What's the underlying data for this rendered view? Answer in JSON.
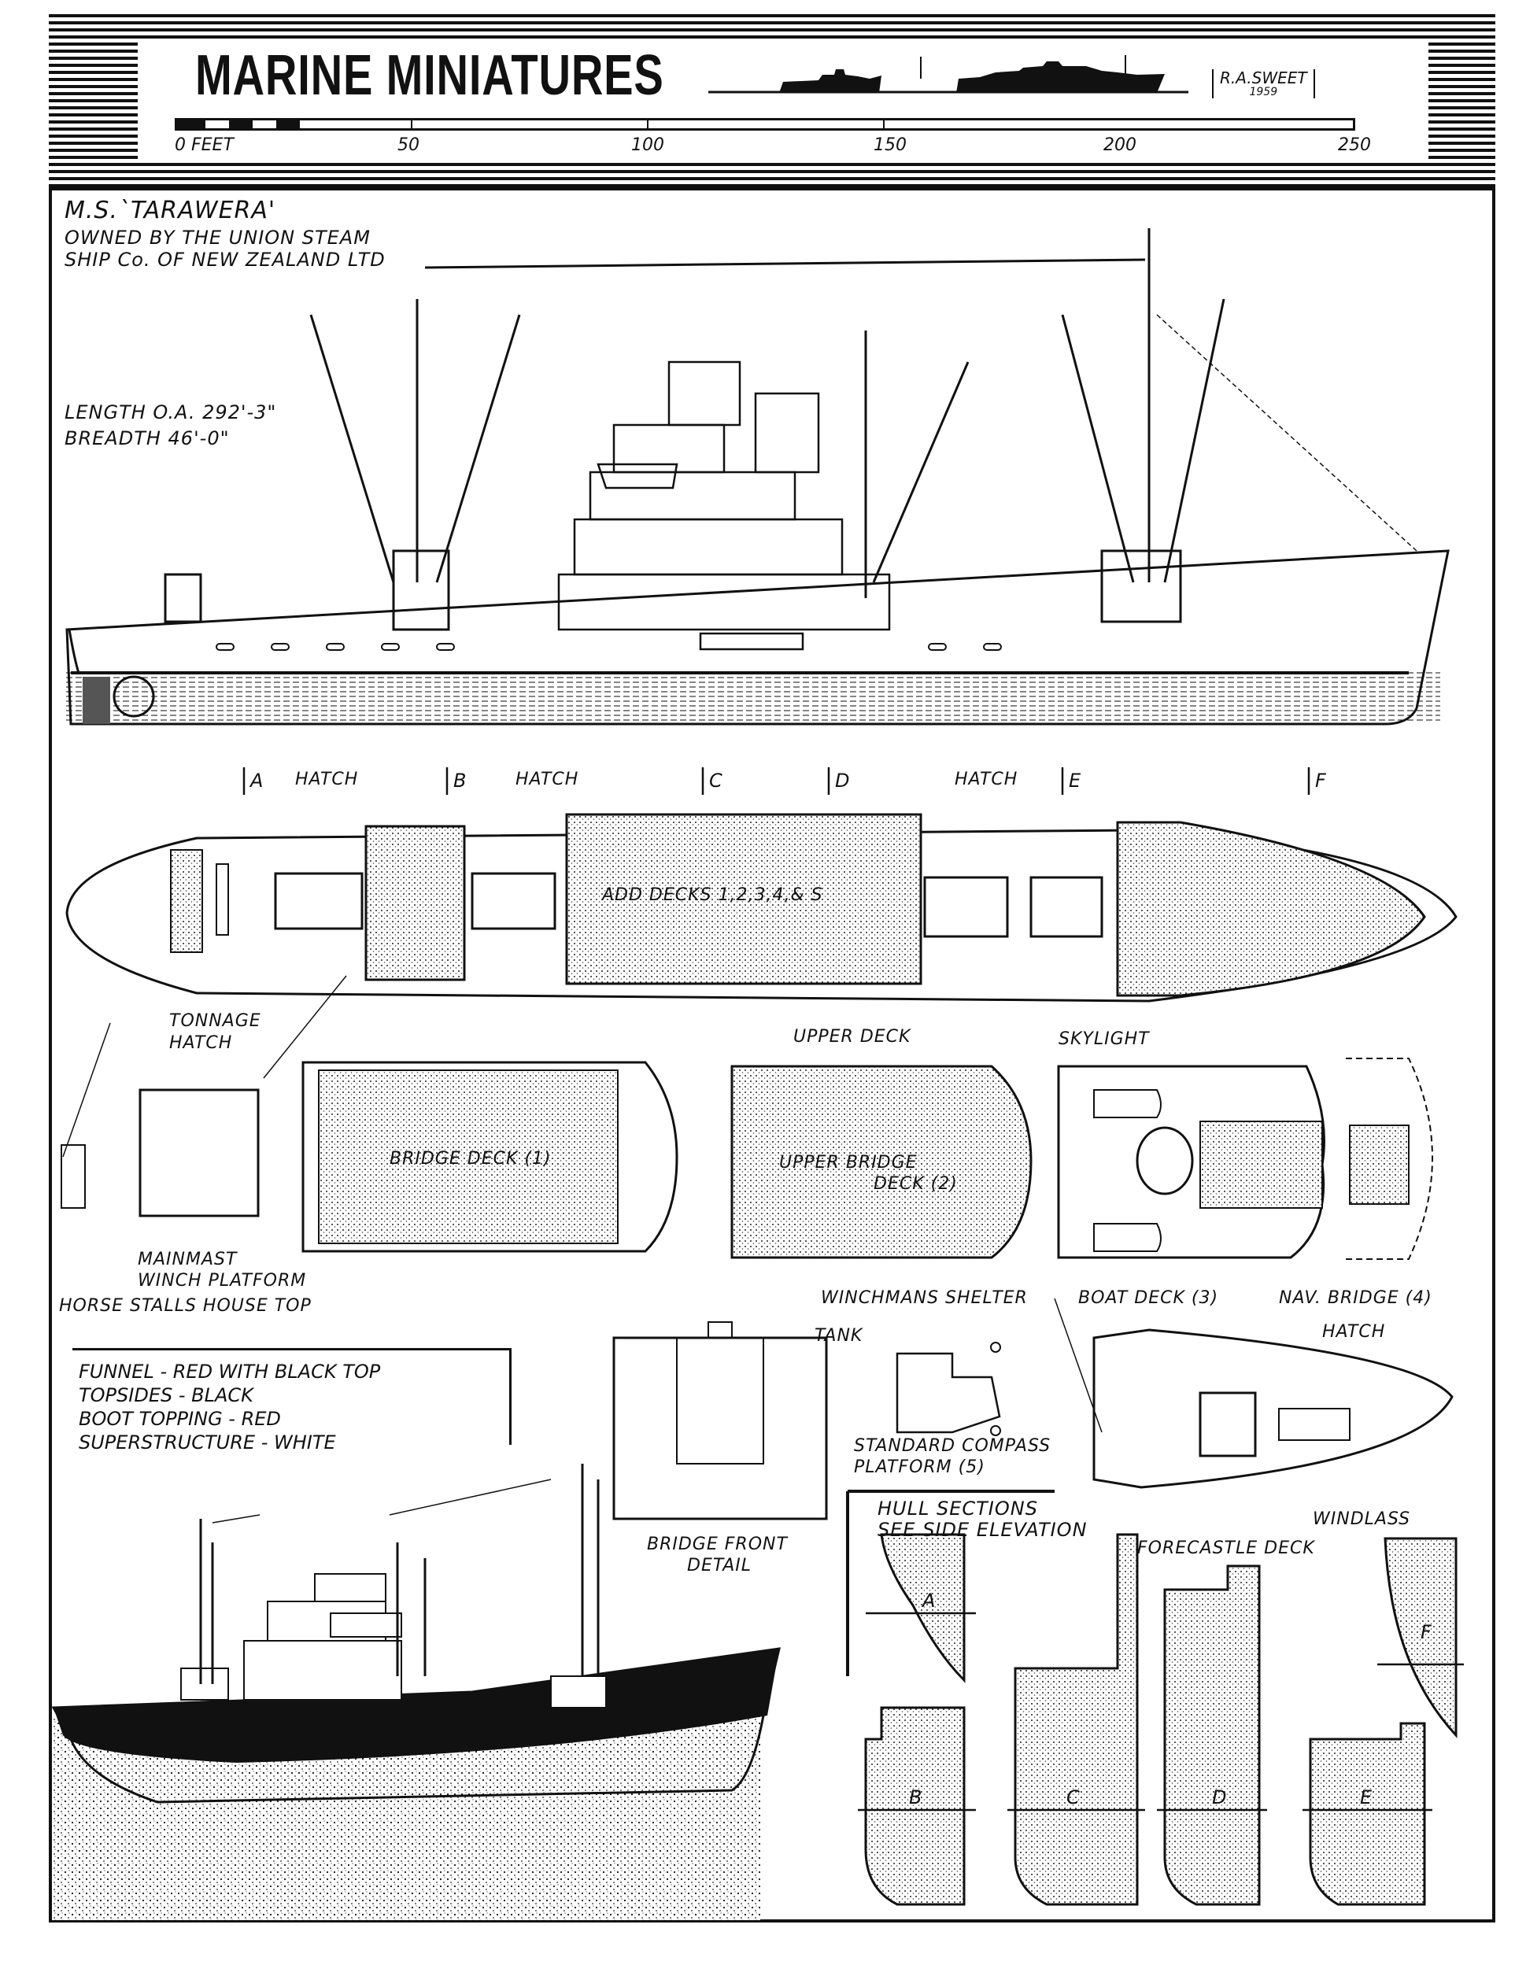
{
  "header": {
    "title": "MARINE MINIATURES",
    "author": "R.A.SWEET",
    "year": "1959",
    "scale": {
      "unit_label": "0 FEET",
      "ticks": [
        "50",
        "100",
        "150",
        "200",
        "250"
      ],
      "min": 0,
      "max": 250
    }
  },
  "ship": {
    "name": "M.S.`TARAWERA'",
    "owner_line1": "OWNED BY THE UNION STEAM",
    "owner_line2": "SHIP Co. OF NEW ZEALAND LTD",
    "length": "LENGTH O.A. 292'-3\"",
    "breadth": "BREADTH 46'-0\""
  },
  "section_markers": [
    "A",
    "B",
    "C",
    "D",
    "E",
    "F"
  ],
  "plan_labels": {
    "hatch": "HATCH",
    "add_decks": "ADD DECKS 1,2,3,4,& S",
    "tonnage_hatch_1": "TONNAGE",
    "tonnage_hatch_2": "HATCH",
    "upper_deck": "UPPER DECK",
    "skylight": "SKYLIGHT"
  },
  "deck_labels": {
    "bridge_deck": "BRIDGE DECK (1)",
    "upper_bridge_deck_1": "UPPER BRIDGE",
    "upper_bridge_deck_2": "DECK (2)",
    "mainmast_1": "MAINMAST",
    "mainmast_2": "WINCH PLATFORM",
    "horse_stalls": "HORSE STALLS HOUSE TOP",
    "winchmans_shelter": "WINCHMANS SHELTER",
    "boat_deck": "BOAT DECK (3)",
    "nav_bridge": "NAV. BRIDGE (4)",
    "tank": "TANK",
    "compass_1": "STANDARD COMPASS",
    "compass_2": "PLATFORM (5)",
    "hatch": "HATCH",
    "windlass": "WINDLASS",
    "forecastle": "FORECASTLE DECK",
    "bridge_front_1": "BRIDGE FRONT",
    "bridge_front_2": "DETAIL"
  },
  "colour_scheme": [
    "FUNNEL - RED WITH BLACK TOP",
    "TOPSIDES - BLACK",
    "BOOT TOPPING - RED",
    "SUPERSTRUCTURE - WHITE"
  ],
  "hull_sections": {
    "title_1": "HULL SECTIONS",
    "title_2": "SEE SIDE ELEVATION",
    "labels": [
      "A",
      "B",
      "C",
      "D",
      "E",
      "F"
    ]
  }
}
